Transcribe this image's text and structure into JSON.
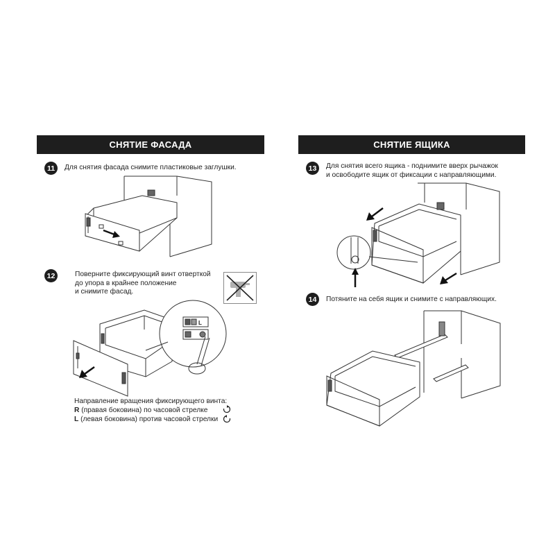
{
  "left": {
    "heading": "СНЯТИЕ ФАСАДА",
    "step11": {
      "num": "11",
      "text": "Для снятия фасада снимите пластиковые заглушки."
    },
    "step12": {
      "num": "12",
      "lines": [
        "Поверните фиксирующий винт отверткой",
        "до упора в крайнее положение",
        "и снимите фасад."
      ],
      "detail_letter": "L"
    },
    "rotation": {
      "heading": "Направление вращения фиксирующего винта:",
      "r_key": "R",
      "r_text": " (правая боковина) по часовой стрелке",
      "l_key": "L",
      "l_text": " (левая боковина) против часовой стрелки"
    }
  },
  "right": {
    "heading": "СНЯТИЕ ЯЩИКА",
    "step13": {
      "num": "13",
      "lines": [
        "Для снятия всего ящика - поднимите вверх рычажок",
        "и освободите ящик от фиксации с направляющими."
      ]
    },
    "step14": {
      "num": "14",
      "text": "Потяните на себя ящик и снимите с направляющих."
    }
  },
  "icons": {
    "clockwise": "rotate-clockwise-icon",
    "counterclockwise": "rotate-counterclockwise-icon",
    "no_power_tool": "crossed-drill-icon"
  },
  "colors": {
    "banner": "#1e1e1e",
    "line": "#333333",
    "text": "#222222"
  }
}
